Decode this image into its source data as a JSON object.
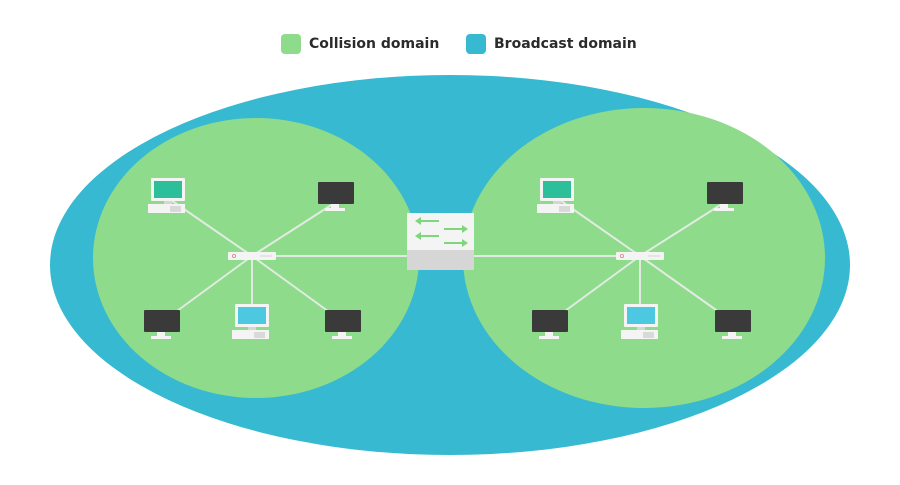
{
  "legend": {
    "items": [
      {
        "label": "Collision domain",
        "color": "#8edb8b"
      },
      {
        "label": "Broadcast domain",
        "color": "#37b9d1"
      }
    ]
  },
  "colors": {
    "broadcast": "#37b9d1",
    "collision": "#8edb8b",
    "cable": "#e2ebe2",
    "device_body": "#f4f4f4",
    "device_shadow": "#d6d6d6",
    "arrow": "#7fd67c",
    "monitor_dark": "#3a3a3a",
    "monitor_green": "#2dbf9a",
    "monitor_cyan": "#4cc9e0"
  },
  "diagram": {
    "switch": {
      "icon": "switch-icon",
      "arrows": [
        "arrow-left",
        "arrow-right",
        "arrow-left",
        "arrow-right"
      ]
    },
    "collision_domains": [
      {
        "hub": "hub-icon",
        "computers": [
          "desktop-pc-green",
          "monitor-dark",
          "monitor-dark",
          "desktop-pc-cyan",
          "monitor-dark"
        ]
      },
      {
        "hub": "hub-icon",
        "computers": [
          "desktop-pc-green",
          "monitor-dark",
          "monitor-dark",
          "desktop-pc-cyan",
          "monitor-dark"
        ]
      }
    ]
  }
}
